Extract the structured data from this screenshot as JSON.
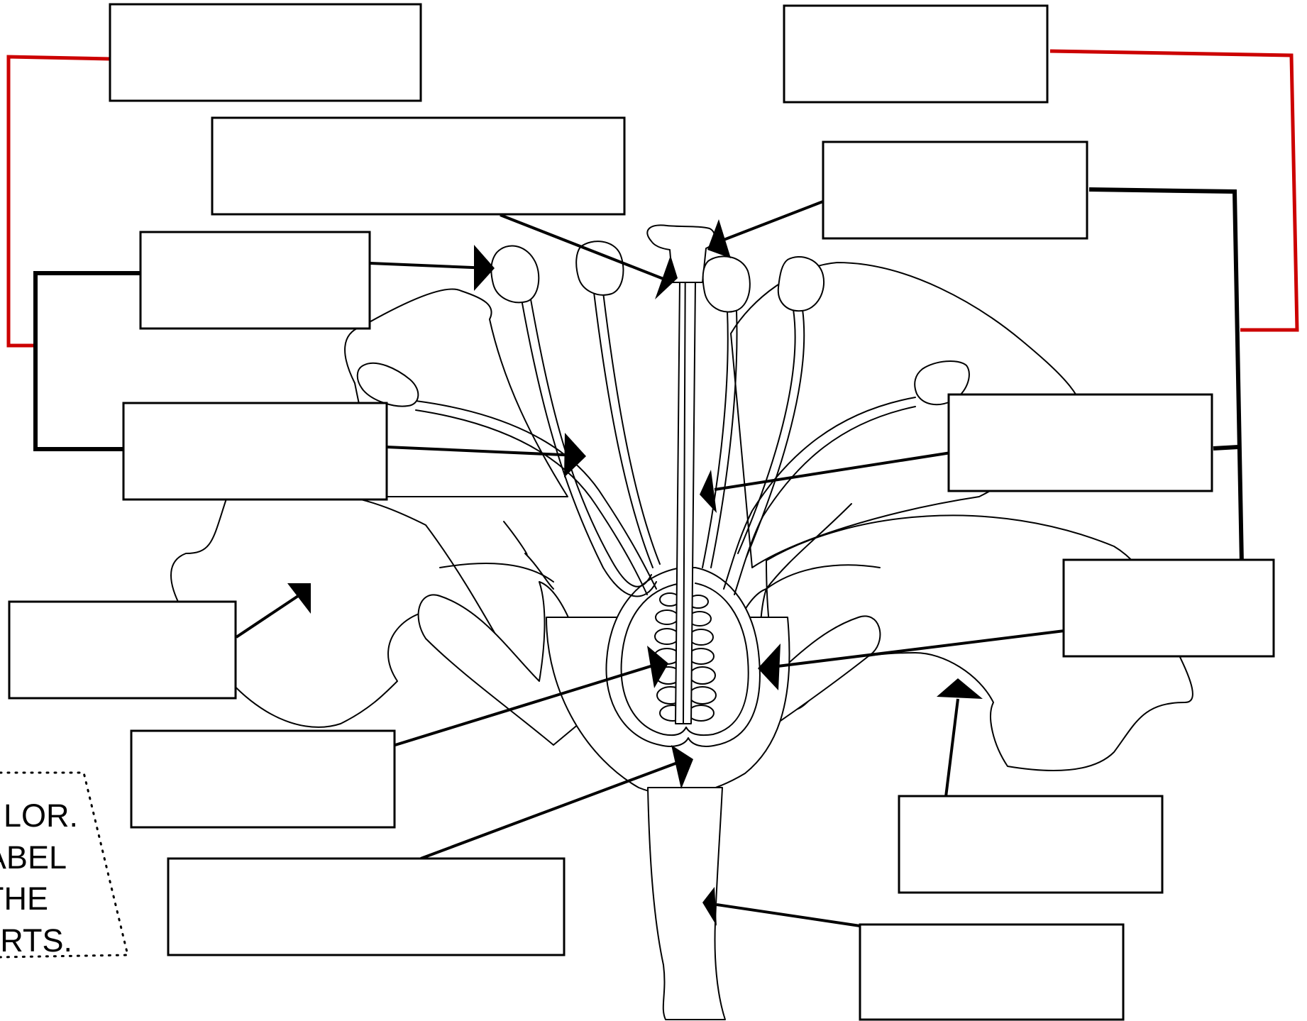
{
  "instructions": {
    "lines": [
      "LOR.",
      "ABEL",
      "THE",
      "RTS."
    ]
  },
  "colors": {
    "bracket_red": "#cc0000",
    "bracket_black": "#000000",
    "outline": "#000000",
    "background": "#ffffff"
  },
  "label_boxes": [
    {
      "id": "box-1",
      "side": "left",
      "value": ""
    },
    {
      "id": "box-2",
      "side": "left",
      "value": ""
    },
    {
      "id": "box-3",
      "side": "left",
      "value": ""
    },
    {
      "id": "box-4",
      "side": "left",
      "value": ""
    },
    {
      "id": "box-5",
      "side": "left",
      "value": ""
    },
    {
      "id": "box-6",
      "side": "left",
      "value": ""
    },
    {
      "id": "box-7",
      "side": "left",
      "value": ""
    },
    {
      "id": "box-8",
      "side": "right",
      "value": ""
    },
    {
      "id": "box-9",
      "side": "right",
      "value": ""
    },
    {
      "id": "box-10",
      "side": "right",
      "value": ""
    },
    {
      "id": "box-11",
      "side": "right",
      "value": ""
    },
    {
      "id": "box-12",
      "side": "right",
      "value": ""
    },
    {
      "id": "box-13",
      "side": "right",
      "value": ""
    }
  ]
}
